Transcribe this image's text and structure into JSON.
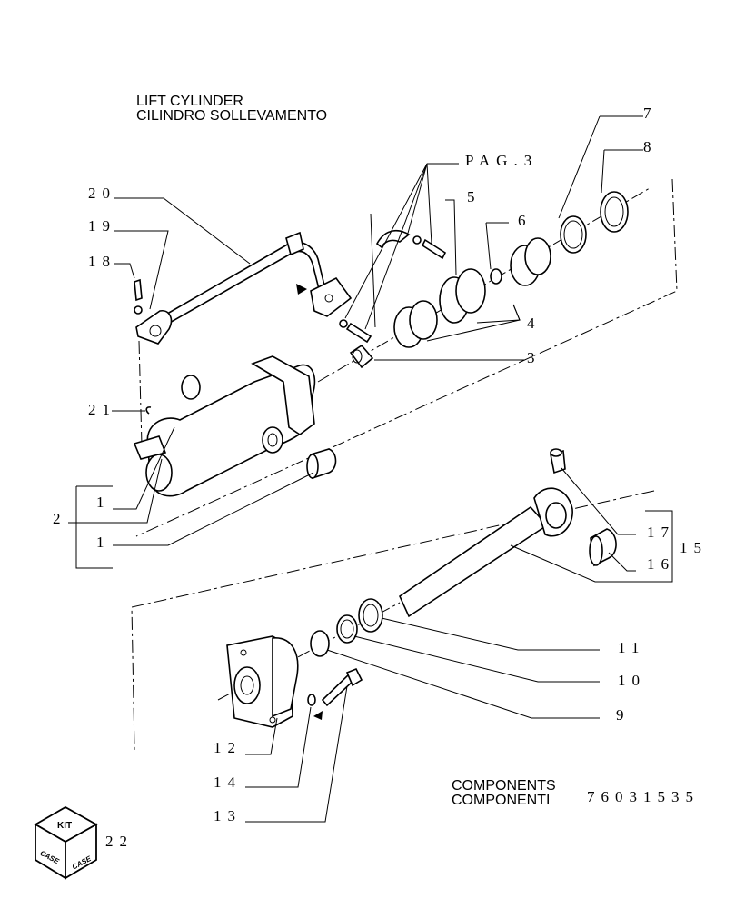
{
  "title": {
    "line1": "LIFT CYLINDER",
    "line2": "CILINDRO SOLLEVAMENTO"
  },
  "page_reference": "PAG.3",
  "components": {
    "line1": "COMPONENTS",
    "line2": "COMPONENTI",
    "code": "76031535"
  },
  "kit": {
    "label": "KIT",
    "brand": "CASE",
    "number": "22",
    "icon": "kit-box-icon"
  },
  "callouts": [
    "1",
    "1",
    "2",
    "3",
    "4",
    "5",
    "6",
    "7",
    "8",
    "9",
    "10",
    "11",
    "12",
    "13",
    "14",
    "15",
    "16",
    "17",
    "18",
    "19",
    "20",
    "21"
  ]
}
